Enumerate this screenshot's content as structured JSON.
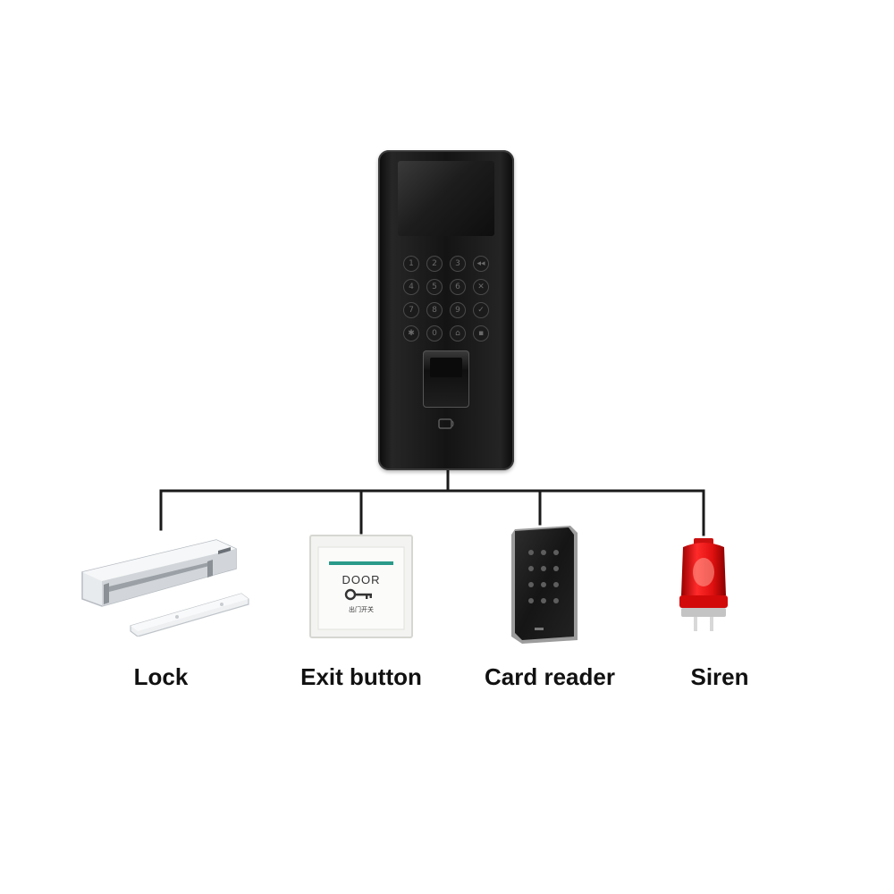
{
  "diagram": {
    "devices": [
      {
        "label": "Lock"
      },
      {
        "label": "Exit button"
      },
      {
        "label": "Card reader"
      },
      {
        "label": "Siren"
      }
    ],
    "exit_button_text": "DOOR",
    "exit_button_subtext": "出门开关",
    "keypad_keys": [
      "1",
      "2",
      "3",
      "◂◂",
      "4",
      "5",
      "6",
      "✕",
      "7",
      "8",
      "9",
      "✓",
      "✱",
      "0",
      "⌂",
      "▪"
    ],
    "colors": {
      "terminal": "#141414",
      "connector": "#1a1a1a",
      "siren_red": "#e01010",
      "exit_accent": "#2a9a8a"
    }
  }
}
